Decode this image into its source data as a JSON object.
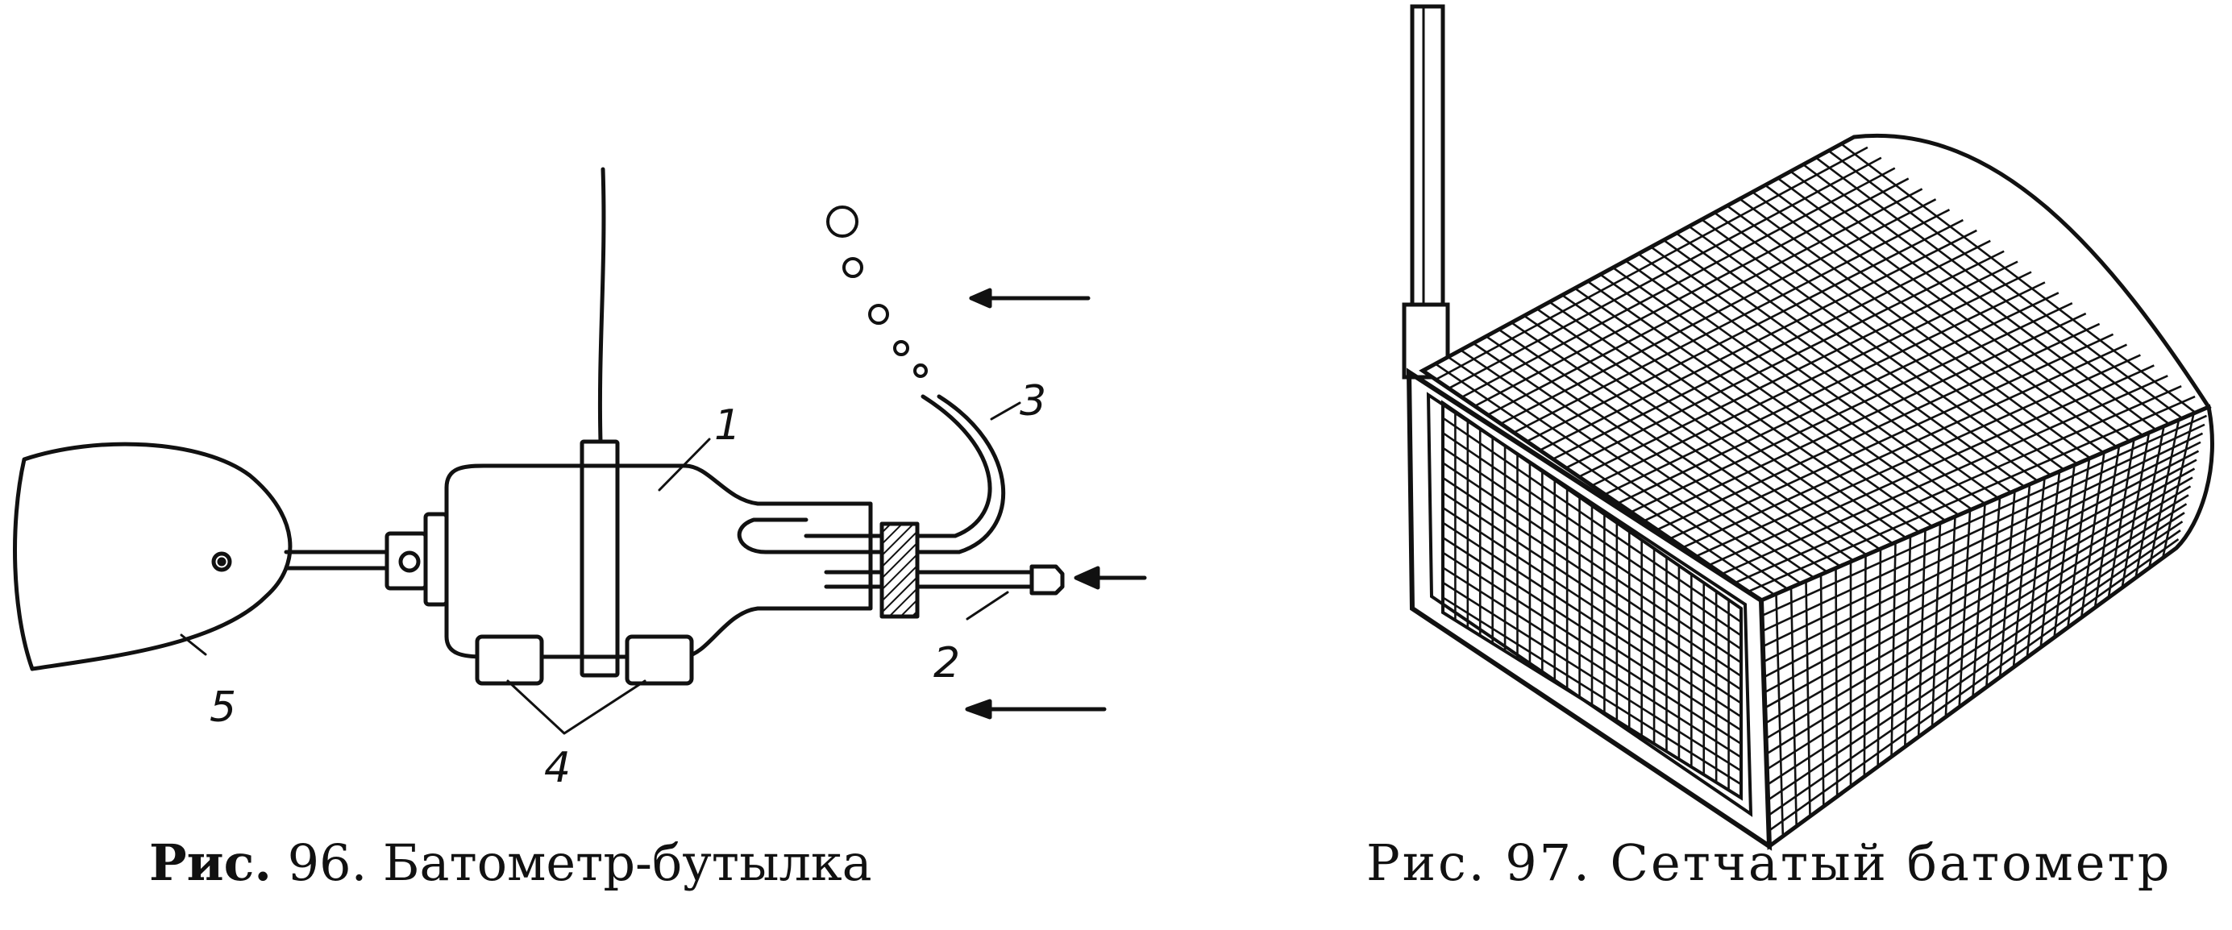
{
  "figures": [
    {
      "id": "fig96",
      "caption_prefix": "Рис.",
      "caption_rest": "96. Батометр-бутылка",
      "labels": [
        "1",
        "2",
        "3",
        "4",
        "5"
      ]
    },
    {
      "id": "fig97",
      "caption_prefix": "Рис.",
      "caption_rest": "97. Сетчатый батометр"
    }
  ],
  "colors": {
    "ink": "#111111",
    "background": "#ffffff"
  }
}
